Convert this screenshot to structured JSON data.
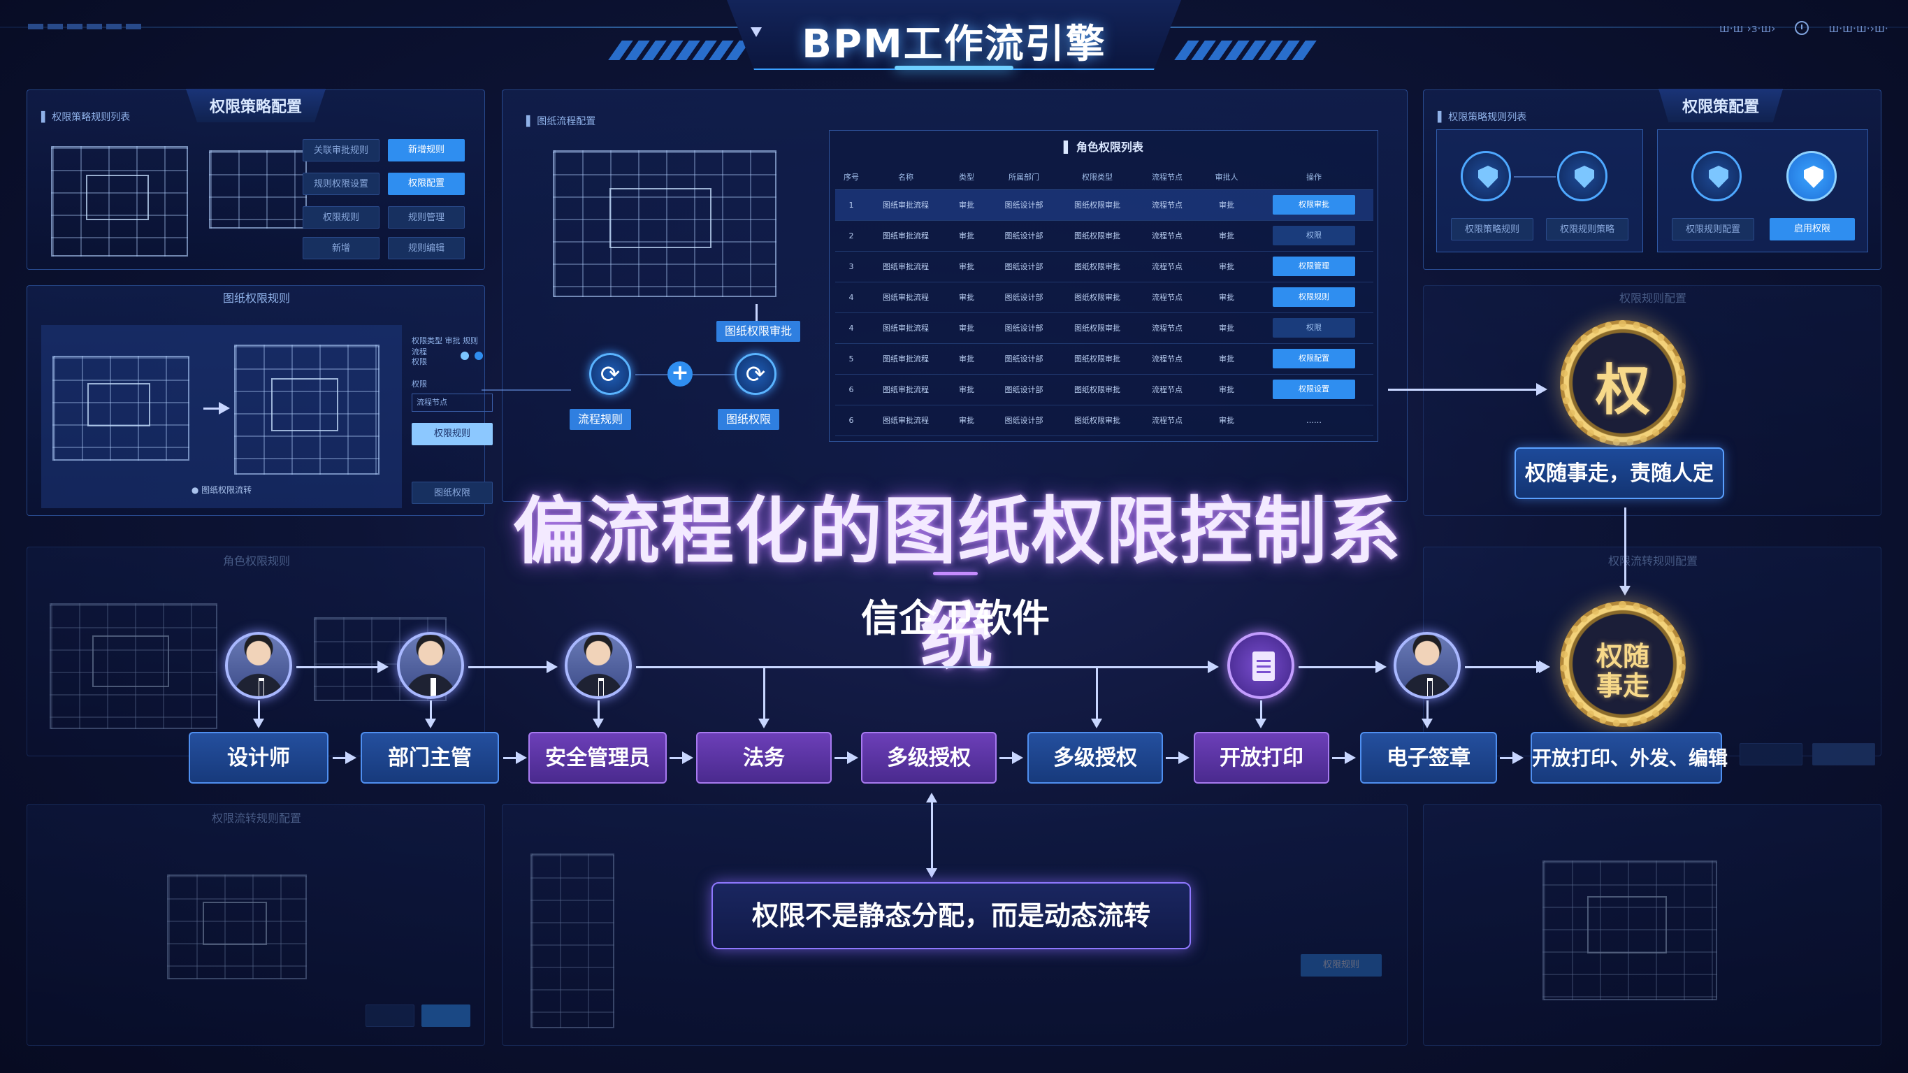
{
  "header": {
    "title": "BPM工作流引擎",
    "top_right_1": "ш·ш ›з·ш›",
    "top_right_2": "ш·ш·ш·›ш·"
  },
  "main": {
    "title": "偏流程化的图纸权限控制系统",
    "subtitle": "信企卫软件"
  },
  "panels": {
    "top_left_title": "权限策略配置",
    "top_left_sub": "▌ 权限策略规则列表",
    "top_left_buttons": [
      "关联审批规则",
      "新增规则",
      "规则权限设置",
      "权限配置",
      "权限规则",
      "规则管理",
      "新增",
      "规则编辑"
    ],
    "mid_left_title": "图纸权限规则",
    "mid_left_caption": "● 图纸权限流转",
    "mid_left_fields": [
      "权限类型   审批  规则流程",
      "权限",
      "权限",
      "流程节点"
    ],
    "mid_left_buttons": [
      "权限规则",
      "图纸权限"
    ],
    "center_sub": "▌ 图纸流程配置",
    "flow_labels": [
      "图纸权限审批",
      "流程规则",
      "图纸权限"
    ],
    "table_title": "▌ 角色权限列表",
    "table_headers": [
      "序号",
      "名称",
      "类型",
      "所属部门",
      "权限类型",
      "流程节点",
      "审批人",
      "操作"
    ],
    "table_rows": [
      [
        "1",
        "图纸审批流程",
        "审批",
        "图纸设计部",
        "图纸权限审批",
        "流程节点",
        "审批",
        "权限审批"
      ],
      [
        "2",
        "图纸审批流程",
        "审批",
        "图纸设计部",
        "图纸权限审批",
        "流程节点",
        "审批",
        "权限"
      ],
      [
        "3",
        "图纸审批流程",
        "审批",
        "图纸设计部",
        "图纸权限审批",
        "流程节点",
        "审批",
        "权限管理"
      ],
      [
        "4",
        "图纸审批流程",
        "审批",
        "图纸设计部",
        "图纸权限审批",
        "流程节点",
        "审批",
        "权限规则"
      ],
      [
        "4",
        "图纸审批流程",
        "审批",
        "图纸设计部",
        "图纸权限审批",
        "流程节点",
        "审批",
        "权限"
      ],
      [
        "5",
        "图纸审批流程",
        "审批",
        "图纸设计部",
        "图纸权限审批",
        "流程节点",
        "审批",
        "权限配置"
      ],
      [
        "6",
        "图纸审批流程",
        "审批",
        "图纸设计部",
        "图纸权限审批",
        "流程节点",
        "审批",
        "权限设置"
      ],
      [
        "6",
        "图纸审批流程",
        "审批",
        "图纸设计部",
        "图纸权限审批",
        "流程节点",
        "审批",
        "……"
      ]
    ],
    "top_right_title": "权限策配置",
    "top_right_sub": "▌ 权限策略规则列表",
    "top_right_buttons": [
      "权限策略规则",
      "权限规则策略",
      "权限规则配置",
      "启用权限"
    ],
    "right_mid_title": "权限规则配置",
    "right_low_title": "权限流转规则配置",
    "left_low_title": "角色权限规则",
    "bottom_left_title": "权限流转规则配置",
    "bottom_center_button": "权限规则"
  },
  "flow": {
    "stages": [
      "设计师",
      "部门主管",
      "安全管理员",
      "法务",
      "多级授权",
      "多级授权",
      "开放打印",
      "电子签章",
      "开放打印、外发、编辑"
    ],
    "medal_top": "权",
    "medal_bottom_line1": "权随",
    "medal_bottom_line2": "事走",
    "slogan": "权随事走，责随人定",
    "bottom_note": "权限不是静态分配，而是动态流转"
  },
  "colors": {
    "background": "#0d1436",
    "accent_blue": "#2f8ef0",
    "accent_purple": "#a77af0",
    "gold": "#f3d27a"
  },
  "icons": {
    "avatars": [
      "person-icon",
      "person-icon",
      "person-icon",
      "person-icon"
    ],
    "document": "document-icon",
    "shields": [
      "shield-icon",
      "stack-icon",
      "shield-icon",
      "shield-check-icon"
    ]
  }
}
